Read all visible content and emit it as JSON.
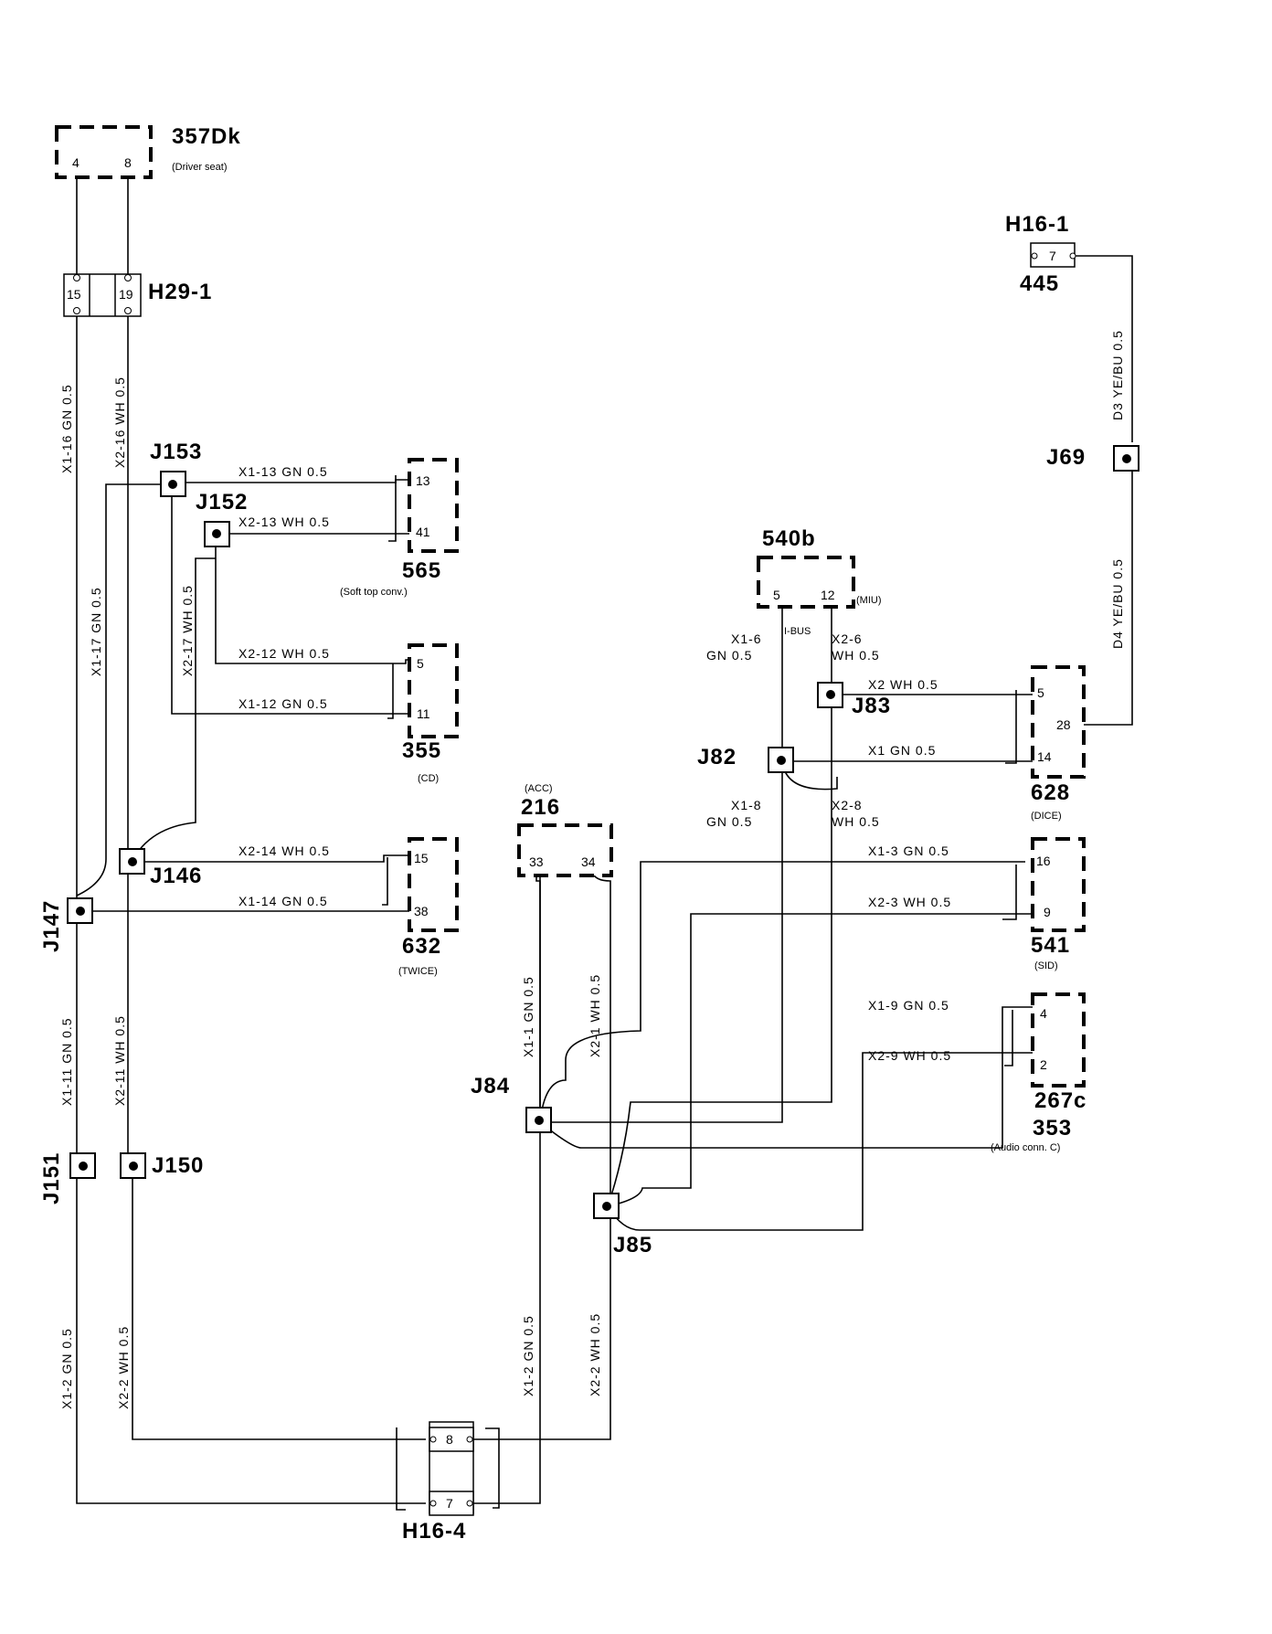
{
  "components": {
    "c357Dk": {
      "id": "357Dk",
      "desc": "(Driver seat)",
      "pin_a": "4",
      "pin_b": "8"
    },
    "c565": {
      "id": "565",
      "desc": "(Soft top conv.)",
      "pin_a": "13",
      "pin_b": "41"
    },
    "c355": {
      "id": "355",
      "desc": "(CD)",
      "pin_a": "5",
      "pin_b": "11"
    },
    "c632": {
      "id": "632",
      "desc": "(TWICE)",
      "pin_a": "15",
      "pin_b": "38"
    },
    "c216": {
      "id": "216",
      "desc": "(ACC)",
      "pin_a": "33",
      "pin_b": "34"
    },
    "c540b": {
      "id": "540b",
      "desc": "(MIU)",
      "pin_a": "5",
      "pin_b": "12",
      "bus": "I-BUS"
    },
    "c628": {
      "id": "628",
      "desc": "(DICE)",
      "pin_a": "5",
      "pin_b": "28",
      "pin_c": "14"
    },
    "c541": {
      "id": "541",
      "desc": "(SID)",
      "pin_a": "16",
      "pin_b": "9"
    },
    "c353": {
      "id": "267c",
      "id2": "353",
      "desc": "(Audio conn. C)",
      "pin_a": "4",
      "pin_b": "2"
    }
  },
  "connectors": {
    "h29": {
      "id": "H29-1",
      "pin_a": "15",
      "pin_b": "19"
    },
    "h16_1": {
      "id": "H16-1",
      "sub": "445",
      "pin": "7"
    },
    "h16_4": {
      "id": "H16-4",
      "pin_a": "8",
      "pin_b": "7"
    }
  },
  "junctions": {
    "j153": "J153",
    "j152": "J152",
    "j146": "J146",
    "j147": "J147",
    "j151": "J151",
    "j150": "J150",
    "j84": "J84",
    "j85": "J85",
    "j82": "J82",
    "j83": "J83",
    "j69": "J69"
  },
  "wires": {
    "x1_16": "X1-16   GN 0.5",
    "x2_16": "X2-16   WH 0.5",
    "x1_17": "X1-17   GN 0.5",
    "x2_17": "X2-17   WH 0.5",
    "x1_13": "X1-13   GN 0.5",
    "x2_13": "X2-13   WH 0.5",
    "x2_12": "X2-12   WH 0.5",
    "x1_12": "X1-12   GN 0.5",
    "x2_14": "X2-14   WH 0.5",
    "x1_14": "X1-14   GN 0.5",
    "x1_11": "X1-11   GN 0.5",
    "x2_11": "X2-11   WH 0.5",
    "x1_2_left": "X1-2   GN 0.5",
    "x2_2_left": "X2-2   WH 0.5",
    "x1_1": "X1-1   GN 0.5",
    "x2_1": "X2-1   WH 0.5",
    "x1_2_right": "X1-2   GN 0.5",
    "x2_2_right": "X2-2   WH 0.5",
    "x1_6_a": "X1-6",
    "x1_6_b": "GN 0.5",
    "x2_6_a": "X2-6",
    "x2_6_b": "WH 0.5",
    "x1_8_a": "X1-8",
    "x1_8_b": "GN 0.5",
    "x2_8_a": "X2-8",
    "x2_8_b": "WH 0.5",
    "x2_dice": "X2   WH 0.5",
    "x1_dice": "X1   GN 0.5",
    "x1_3": "X1-3   GN  0.5",
    "x2_3": "X2-3   WH  0.5",
    "x1_9": "X1-9   GN  0.5",
    "x2_9": "X2-9   WH  0.5",
    "d3": "D3   YE/BU  0.5",
    "d4": "D4   YE/BU  0.5"
  }
}
